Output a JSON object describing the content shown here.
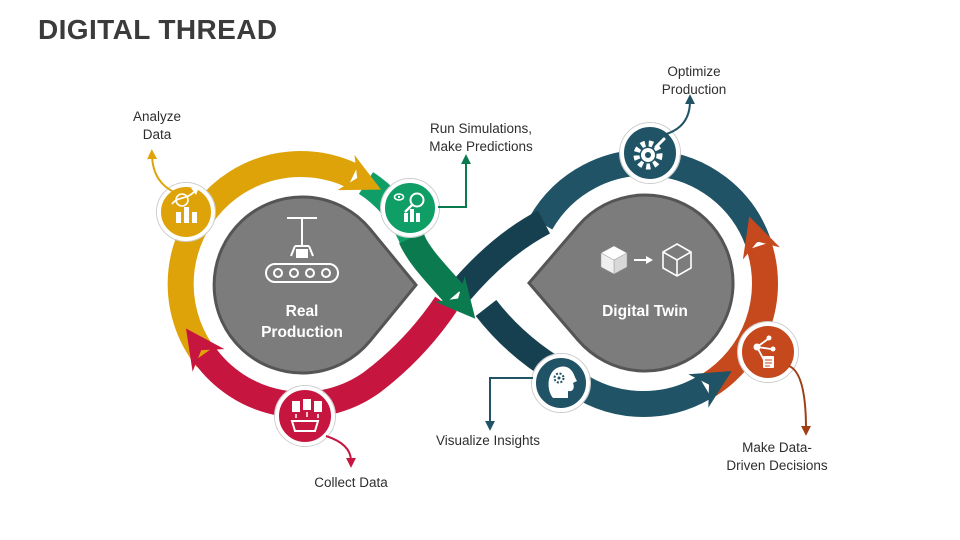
{
  "title": "DIGITAL THREAD",
  "colors": {
    "yellow": "#DFA30A",
    "green": "#0E9E66",
    "green_dark": "#0B7B4F",
    "teal": "#1F5365",
    "teal_dark": "#16404F",
    "red": "#C5491C",
    "red_dark": "#A23E16",
    "crimson": "#C6153F",
    "node_fill": "#7C7C7C",
    "node_border": "#555555",
    "title_text": "#3B3B3B",
    "label_text": "#2E2E2E",
    "background": "#FFFFFF"
  },
  "nodes": {
    "left": {
      "label_line1": "Real",
      "label_line2": "Production",
      "icon": "factory-conveyor-icon"
    },
    "right": {
      "label": "Digital Twin",
      "icon": "cube-to-wireframe-icon"
    }
  },
  "steps": [
    {
      "id": "analyze",
      "label_line1": "Analyze",
      "label_line2": "Data",
      "color": "#DFA30A",
      "icon": "chart-magnifier-icon"
    },
    {
      "id": "simulate",
      "label_line1": "Run Simulations,",
      "label_line2": "Make Predictions",
      "color": "#0E9E66",
      "icon": "eye-chart-magnifier-icon"
    },
    {
      "id": "optimize",
      "label_line1": "Optimize",
      "label_line2": "Production",
      "color": "#1F5365",
      "icon": "gear-tool-icon"
    },
    {
      "id": "decisions",
      "label_line1": "Make Data-",
      "label_line2": "Driven Decisions",
      "color": "#C5491C",
      "icon": "network-nodes-icon"
    },
    {
      "id": "visualize",
      "label_line1": "Visualize Insights",
      "label_line2": "",
      "color": "#1F5365",
      "icon": "head-gear-icon"
    },
    {
      "id": "collect",
      "label_line1": "Collect Data",
      "label_line2": "",
      "color": "#C6153F",
      "icon": "documents-box-icon"
    }
  ]
}
